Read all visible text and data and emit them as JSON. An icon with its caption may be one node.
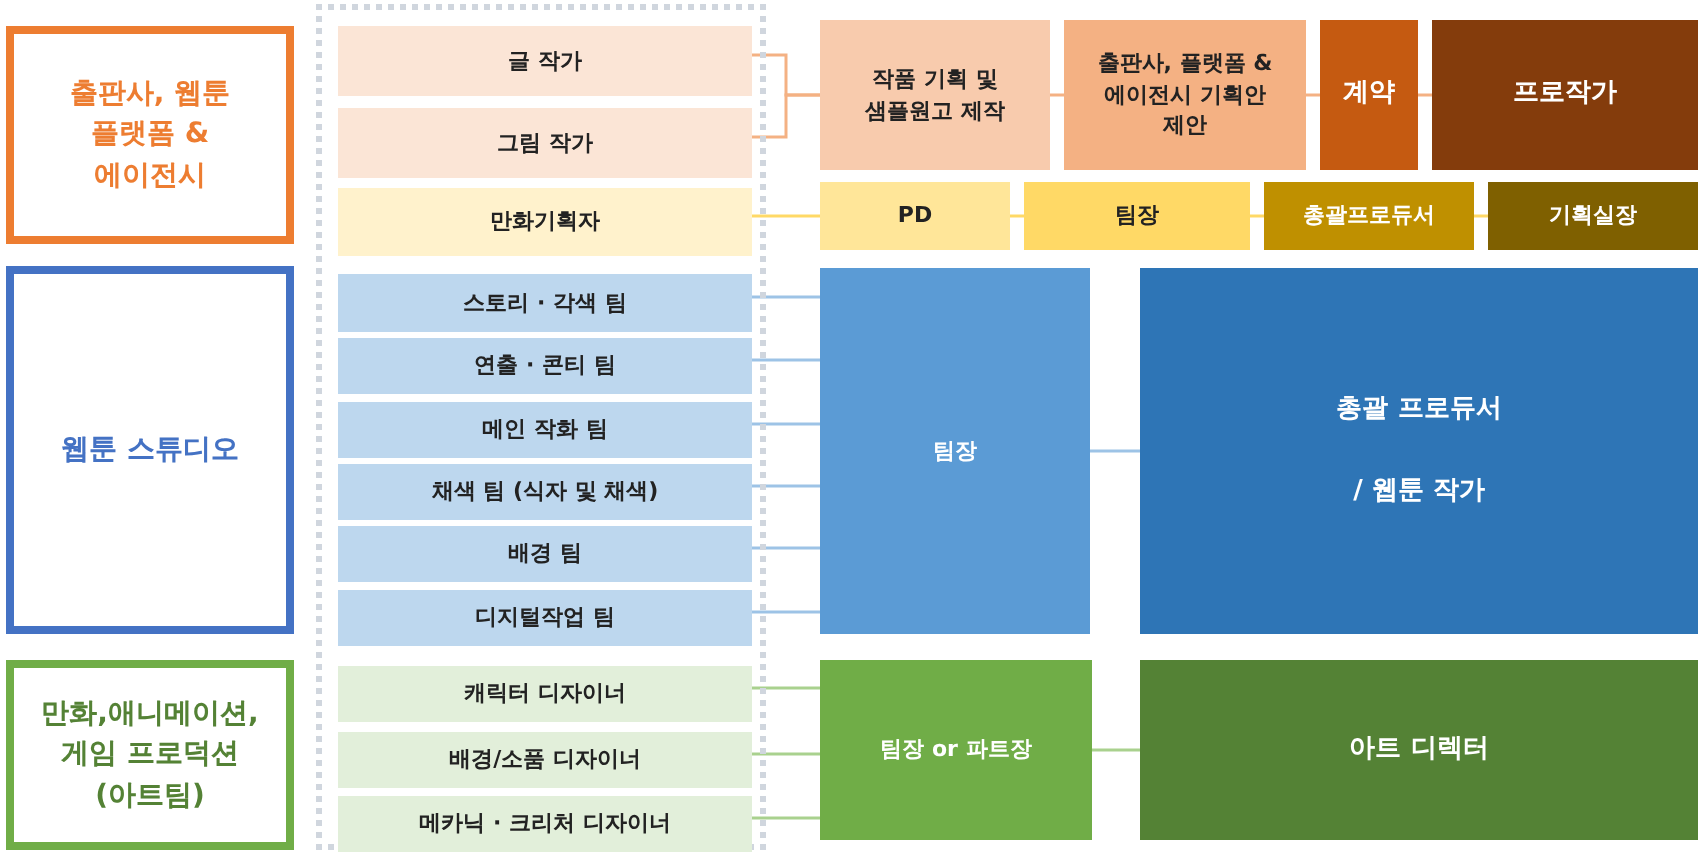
{
  "diagram": {
    "nodes": [
      {
        "text": [
          "출판사, 웹툰 플랫폼 & 에이전시"
        ]
      },
      {
        "text": [
          "웹툰 스튜디오"
        ]
      },
      {
        "text": [
          "만화,애니메이션, 게임 프로덕션 (아트팀)"
        ]
      },
      {
        "text": [],
        "shape": "box"
      },
      {
        "text": [
          "글 작가"
        ],
        "in": 3
      },
      {
        "text": [
          "그림 작가"
        ],
        "in": 3
      },
      {
        "text": [
          "만화기획자"
        ],
        "in": 3
      },
      {
        "text": [
          "스토리 · 각색 팀"
        ],
        "in": 3
      },
      {
        "text": [
          "연출 · 콘티 팀"
        ],
        "in": 3
      },
      {
        "text": [
          "메인 작화 팀"
        ],
        "in": 3
      },
      {
        "text": [
          "채색 팀 (식자 및 채색)"
        ],
        "in": 3
      },
      {
        "text": [
          "배경 팀"
        ],
        "in": 3
      },
      {
        "text": [
          "디지털작업 팀"
        ],
        "in": 3
      },
      {
        "text": [
          "캐릭터 디자이너"
        ],
        "in": 3
      },
      {
        "text": [
          "배경/소품 디자이너"
        ],
        "in": 3
      },
      {
        "text": [
          "메카닉 · 크리처 디자이너"
        ],
        "in": 3
      },
      {
        "text": [
          "작품 기획 및 샘플원고 제작"
        ]
      },
      {
        "text": [
          "출판사, 플랫폼 & 에이전시 기획안 제안"
        ]
      },
      {
        "text": [
          "계약"
        ]
      },
      {
        "text": [
          "프로작가"
        ]
      },
      {
        "text": [
          "PD"
        ]
      },
      {
        "text": [
          "팀장"
        ]
      },
      {
        "text": [
          "총괄프로듀서"
        ]
      },
      {
        "text": [
          "기획실장"
        ]
      },
      {
        "text": [
          "팀장"
        ]
      },
      {
        "text": [
          "총괄 프로듀서",
          "/ 웹툰 작가"
        ]
      },
      {
        "text": [
          "팀장 or 파트장"
        ]
      },
      {
        "text": [
          "아트 디렉터"
        ]
      }
    ],
    "edges": [
      {
        "from": 4,
        "to": 16,
        "arrow": "none",
        "color": "#f4b183"
      },
      {
        "from": 5,
        "to": 16,
        "arrow": "none",
        "color": "#f4b183"
      },
      {
        "from": 16,
        "to": 17,
        "arrow": "none",
        "color": "#f4b183"
      },
      {
        "from": 17,
        "to": 18,
        "arrow": "none",
        "color": "#f4b183"
      },
      {
        "from": 18,
        "to": 19,
        "arrow": "none",
        "color": "#f4b183"
      },
      {
        "from": 6,
        "to": 20,
        "arrow": "none",
        "color": "#ffd966"
      },
      {
        "from": 20,
        "to": 21,
        "arrow": "none",
        "color": "#ffd966"
      },
      {
        "from": 21,
        "to": 22,
        "arrow": "none",
        "color": "#ffd966"
      },
      {
        "from": 22,
        "to": 23,
        "arrow": "none",
        "color": "#ffd966"
      },
      {
        "from": 7,
        "to": 24,
        "arrow": "none",
        "color": "#9dc3e6"
      },
      {
        "from": 8,
        "to": 24,
        "arrow": "none",
        "color": "#9dc3e6"
      },
      {
        "from": 9,
        "to": 24,
        "arrow": "none",
        "color": "#9dc3e6"
      },
      {
        "from": 10,
        "to": 24,
        "arrow": "none",
        "color": "#9dc3e6"
      },
      {
        "from": 11,
        "to": 24,
        "arrow": "none",
        "color": "#9dc3e6"
      },
      {
        "from": 12,
        "to": 24,
        "arrow": "none",
        "color": "#9dc3e6"
      },
      {
        "from": 24,
        "to": 25,
        "arrow": "none",
        "color": "#9dc3e6"
      },
      {
        "from": 13,
        "to": 26,
        "arrow": "none",
        "color": "#a9d18e"
      },
      {
        "from": 14,
        "to": 26,
        "arrow": "none",
        "color": "#a9d18e"
      },
      {
        "from": 15,
        "to": 26,
        "arrow": "none",
        "color": "#a9d18e"
      },
      {
        "from": 26,
        "to": 27,
        "arrow": "none",
        "color": "#a9d18e"
      }
    ]
  }
}
